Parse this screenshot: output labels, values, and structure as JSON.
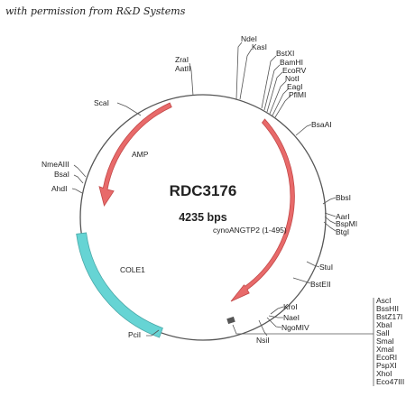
{
  "permission": "with permission from R&D Systems",
  "plasmid": {
    "name": "RDC3176",
    "size": "4235 bps"
  },
  "colors": {
    "backbone": "#555555",
    "orf_arrow": "#e86a6a",
    "ori": "#66d4d4"
  },
  "features": {
    "amp": "AMP",
    "insert": "cynoANGTP2 (1-495)",
    "ori": "COLE1"
  },
  "sites": {
    "ndei": "NdeI",
    "kasi": "KasI",
    "zrai": "ZraI",
    "aatii": "AatII",
    "bstxi": "BstXI",
    "bamhi": "BamHI",
    "ecorv": "EcoRV",
    "noti": "NotI",
    "eagi": "EagI",
    "pflmi": "PflMI",
    "scai": "ScaI",
    "bsaai": "BsaAI",
    "nmeaiii": "NmeAIII",
    "bsai": "BsaI",
    "ahdi": "AhdI",
    "bbsi": "BbsI",
    "aari": "AarI",
    "bspmi": "BspMI",
    "btgi": "BtgI",
    "stui": "StuI",
    "bsteii": "BstEII",
    "kroi": "KroI",
    "naei": "NaeI",
    "ngomiv": "NgoMIV",
    "nsii": "NsiI",
    "pcii": "PciI",
    "mcs": [
      "AscI",
      "BssHII",
      "BstZ17I",
      "XbaI",
      "SalI",
      "SmaI",
      "XmaI",
      "EcoRI",
      "PspXI",
      "XhoI",
      "Eco47III"
    ]
  }
}
